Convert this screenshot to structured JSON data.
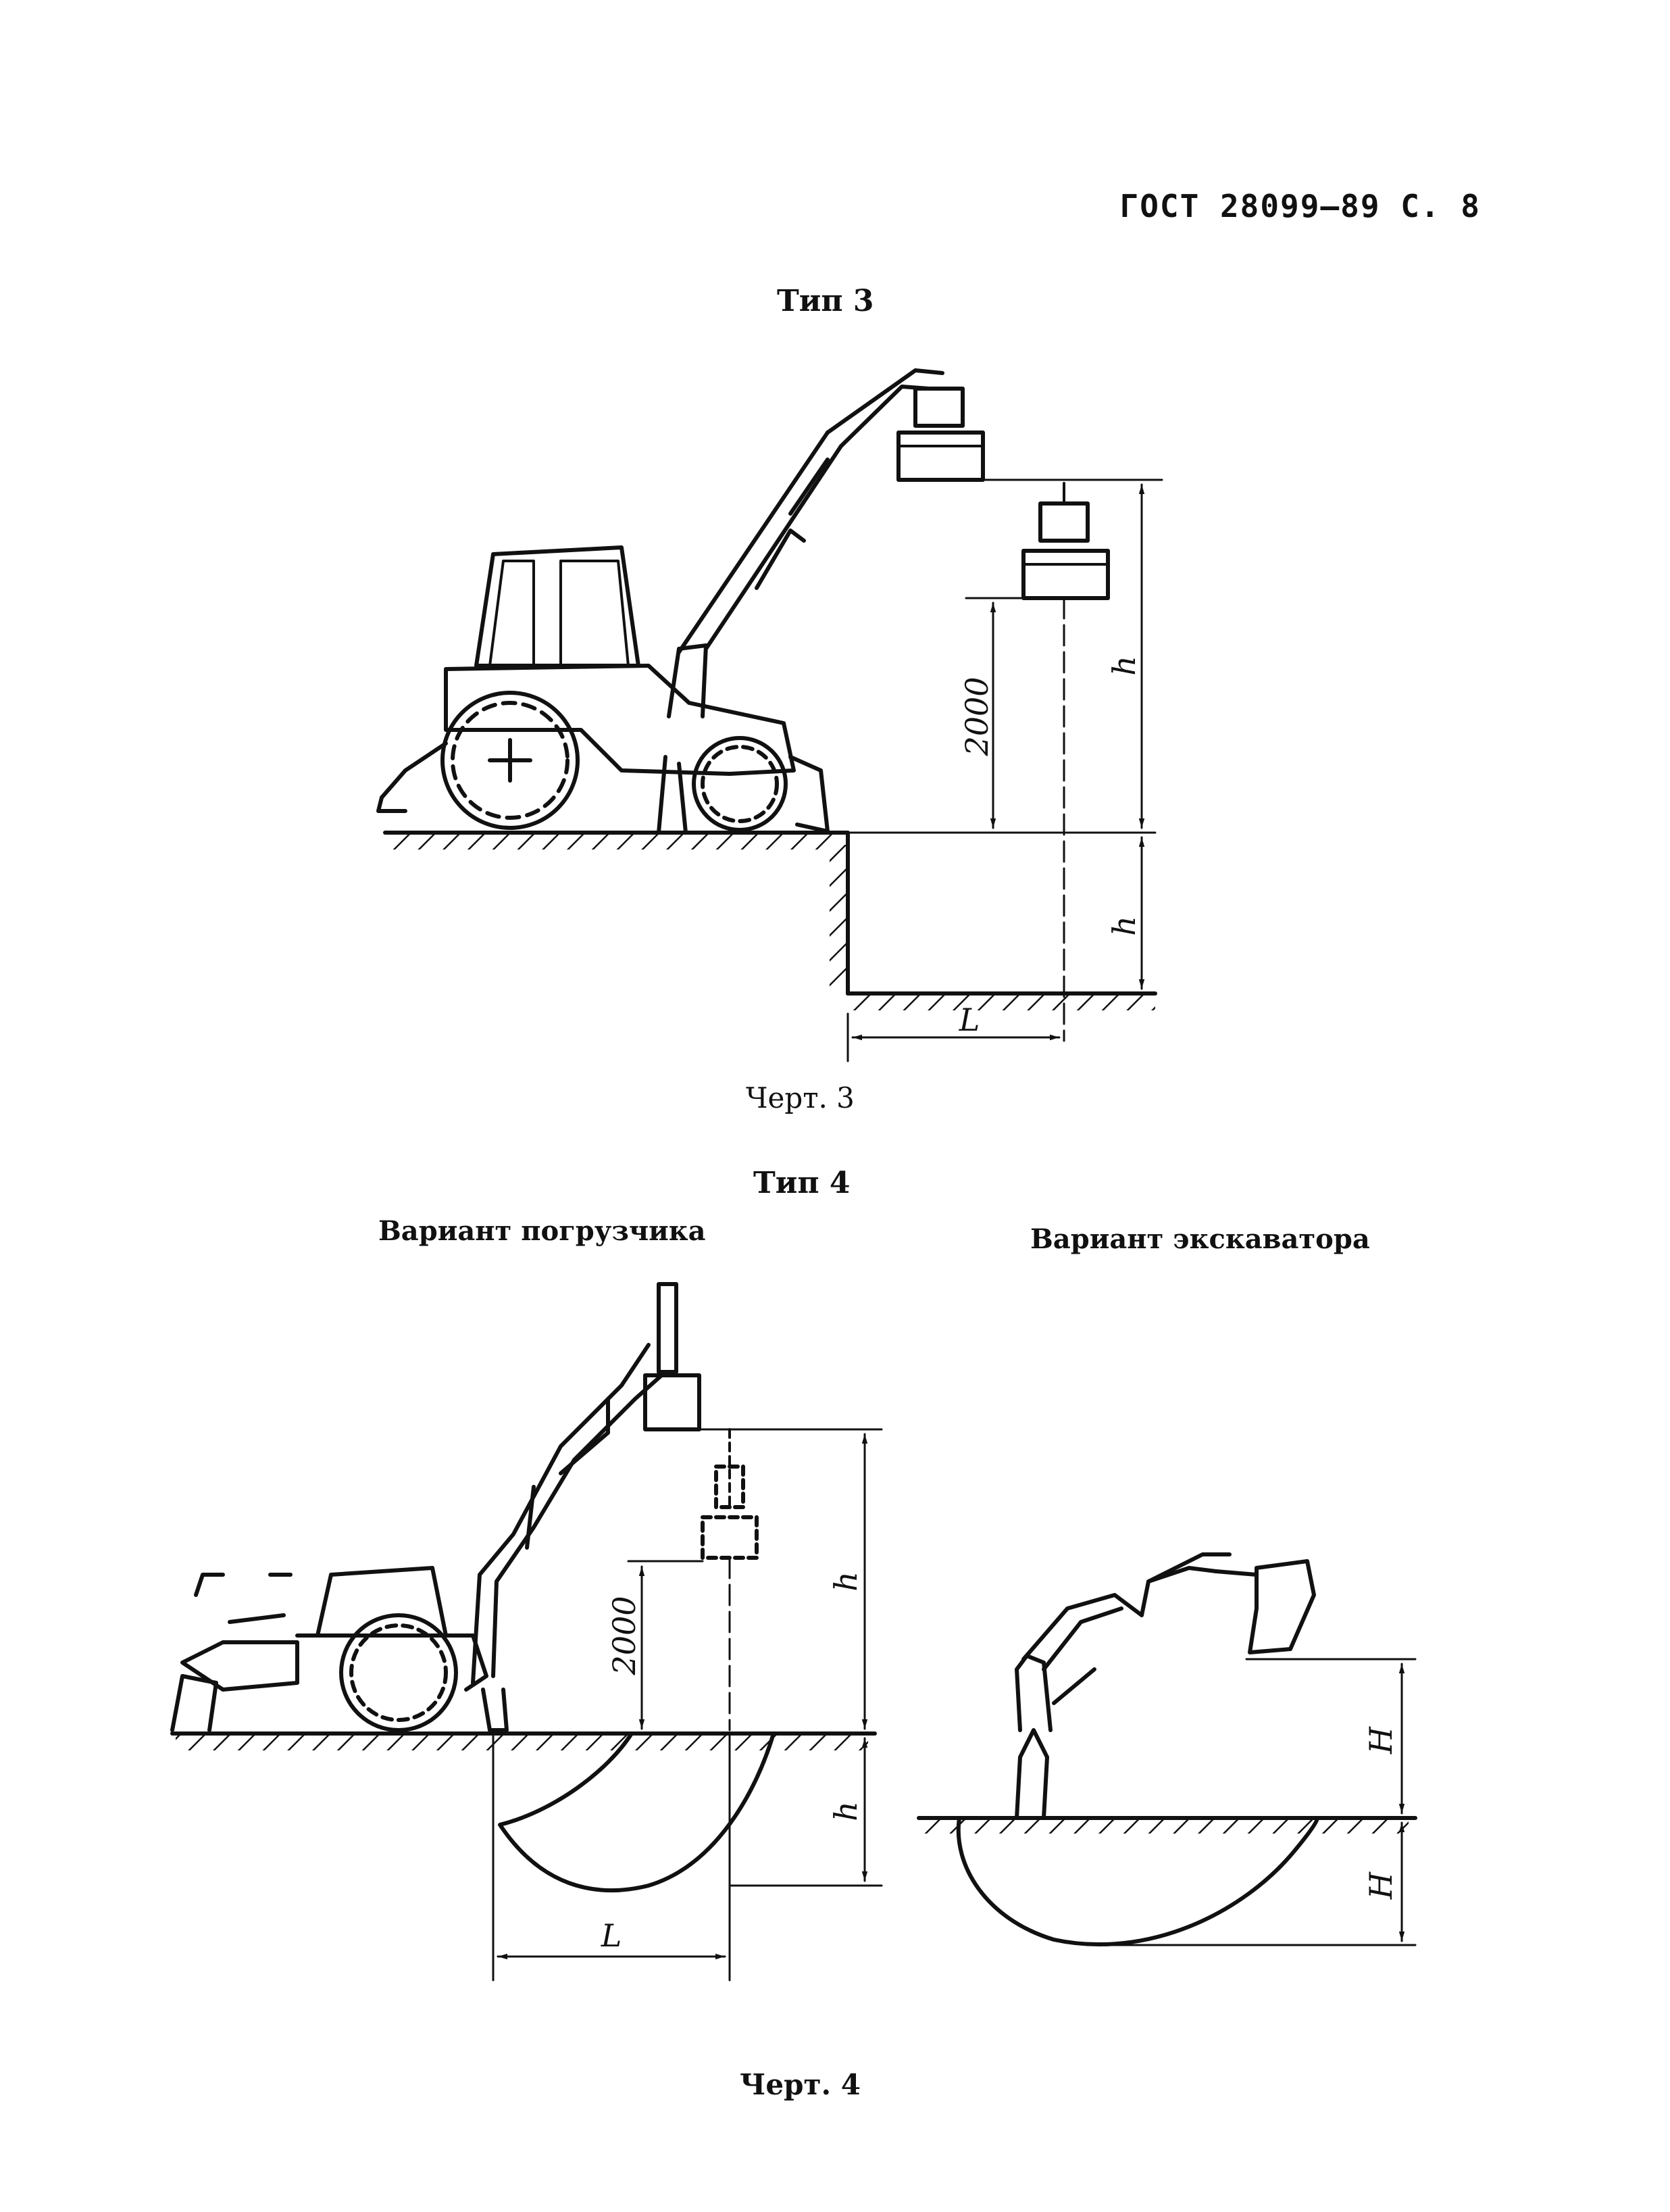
{
  "header": "ГОСТ 28099—89 С. 8",
  "fig3": {
    "type_label": "Тип 3",
    "caption": "Черт. 3",
    "dim_2000": "2000",
    "dim_h_upper": "h",
    "dim_h_lower": "h",
    "dim_L": "L"
  },
  "fig4": {
    "type_label": "Тип 4",
    "variant_loader": "Вариант погрузчика",
    "variant_excavator": "Вариант экскаватора",
    "caption": "Черт. 4",
    "dim_2000": "2000",
    "dim_h_upper": "h",
    "dim_h_lower": "h",
    "dim_L": "L",
    "dim_h_exc_upper": "H",
    "dim_h_exc_lower": "H"
  }
}
